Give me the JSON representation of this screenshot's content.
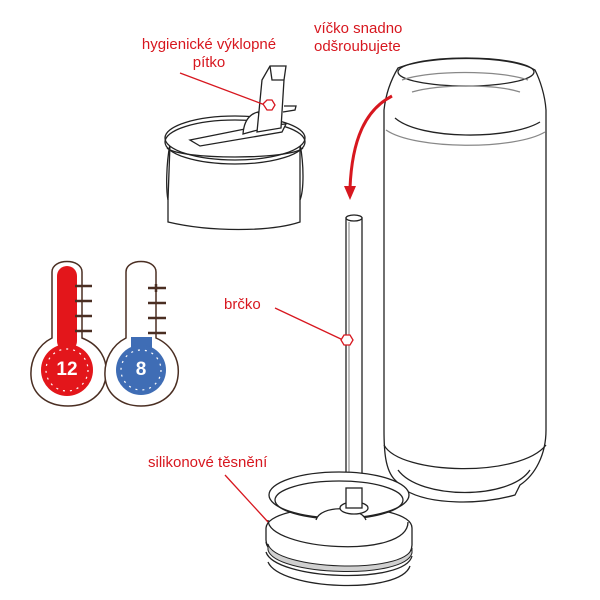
{
  "labels": {
    "straw_lid": "hygienické výklopné\npítko",
    "straw_lid_line1": "hygienické výklopné",
    "straw_lid_line2": "pítko",
    "cap": "víčko snadno\nodšroubujete",
    "cap_line1": "víčko snadno",
    "cap_line2": "odšroubujete",
    "straw": "brčko",
    "seal": "silikonové těsnění"
  },
  "thermometers": [
    {
      "name": "hot",
      "value": "12",
      "color": "#e3161b"
    },
    {
      "name": "cold",
      "value": "8",
      "color": "#3f6db5"
    }
  ],
  "colors": {
    "accent_red": "#d7171f",
    "outline": "#222222",
    "thermo_outline": "#4a2e22",
    "hot_fill": "#e3161b",
    "cold_fill": "#3f6db5",
    "seal_gray": "#d0d0d0"
  }
}
